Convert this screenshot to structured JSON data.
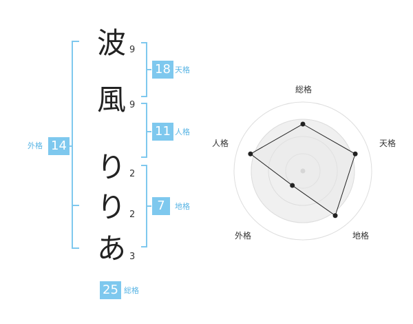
{
  "name": {
    "chars": [
      {
        "char": "波",
        "strokes": "9"
      },
      {
        "char": "風",
        "strokes": "9"
      },
      {
        "char": "り",
        "strokes": "2"
      },
      {
        "char": "り",
        "strokes": "2"
      },
      {
        "char": "あ",
        "strokes": "3"
      }
    ]
  },
  "fortune": {
    "tenkaku": {
      "value": "18",
      "label": "天格"
    },
    "jinkaku": {
      "value": "11",
      "label": "人格"
    },
    "chikaku": {
      "value": "7",
      "label": "地格"
    },
    "gaikaku": {
      "value": "14",
      "label": "外格"
    },
    "soukaku": {
      "value": "25",
      "label": "総格"
    }
  },
  "colors": {
    "accent": "#7ec8ee",
    "accent_text": "#58b4e4",
    "line": "#222222"
  },
  "chart_data": {
    "type": "radar",
    "axes": [
      "総格",
      "天格",
      "地格",
      "外格",
      "人格"
    ],
    "values": [
      0.68,
      0.8,
      0.8,
      0.26,
      0.8
    ],
    "rings": 4,
    "grid": true
  }
}
